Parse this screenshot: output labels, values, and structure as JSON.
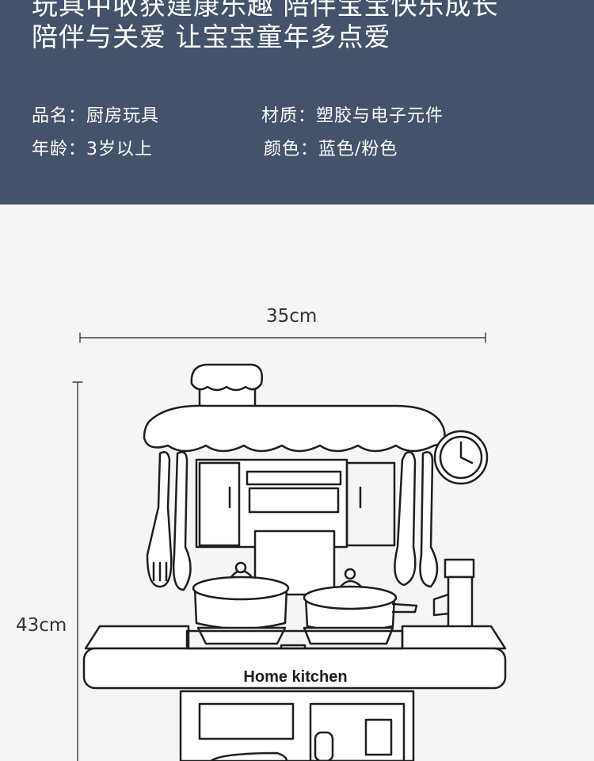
{
  "header": {
    "headline_line1": "玩具中收获建康乐趣 陪伴宝宝快乐成长",
    "headline_line2": "陪伴与关爱 让宝宝童年多点爱",
    "specs": {
      "name": "品名：厨房玩具",
      "material": "材质：塑胶与电子元件",
      "age": "年龄：3岁以上",
      "color": "颜色：蓝色/粉色"
    }
  },
  "dimensions": {
    "width": "35cm",
    "height": "43cm"
  },
  "product": {
    "label": "Home kitchen"
  },
  "colors": {
    "header_bg": "#45526b",
    "page_bg": "#f5f5f5",
    "line": "#1e1e1e"
  }
}
